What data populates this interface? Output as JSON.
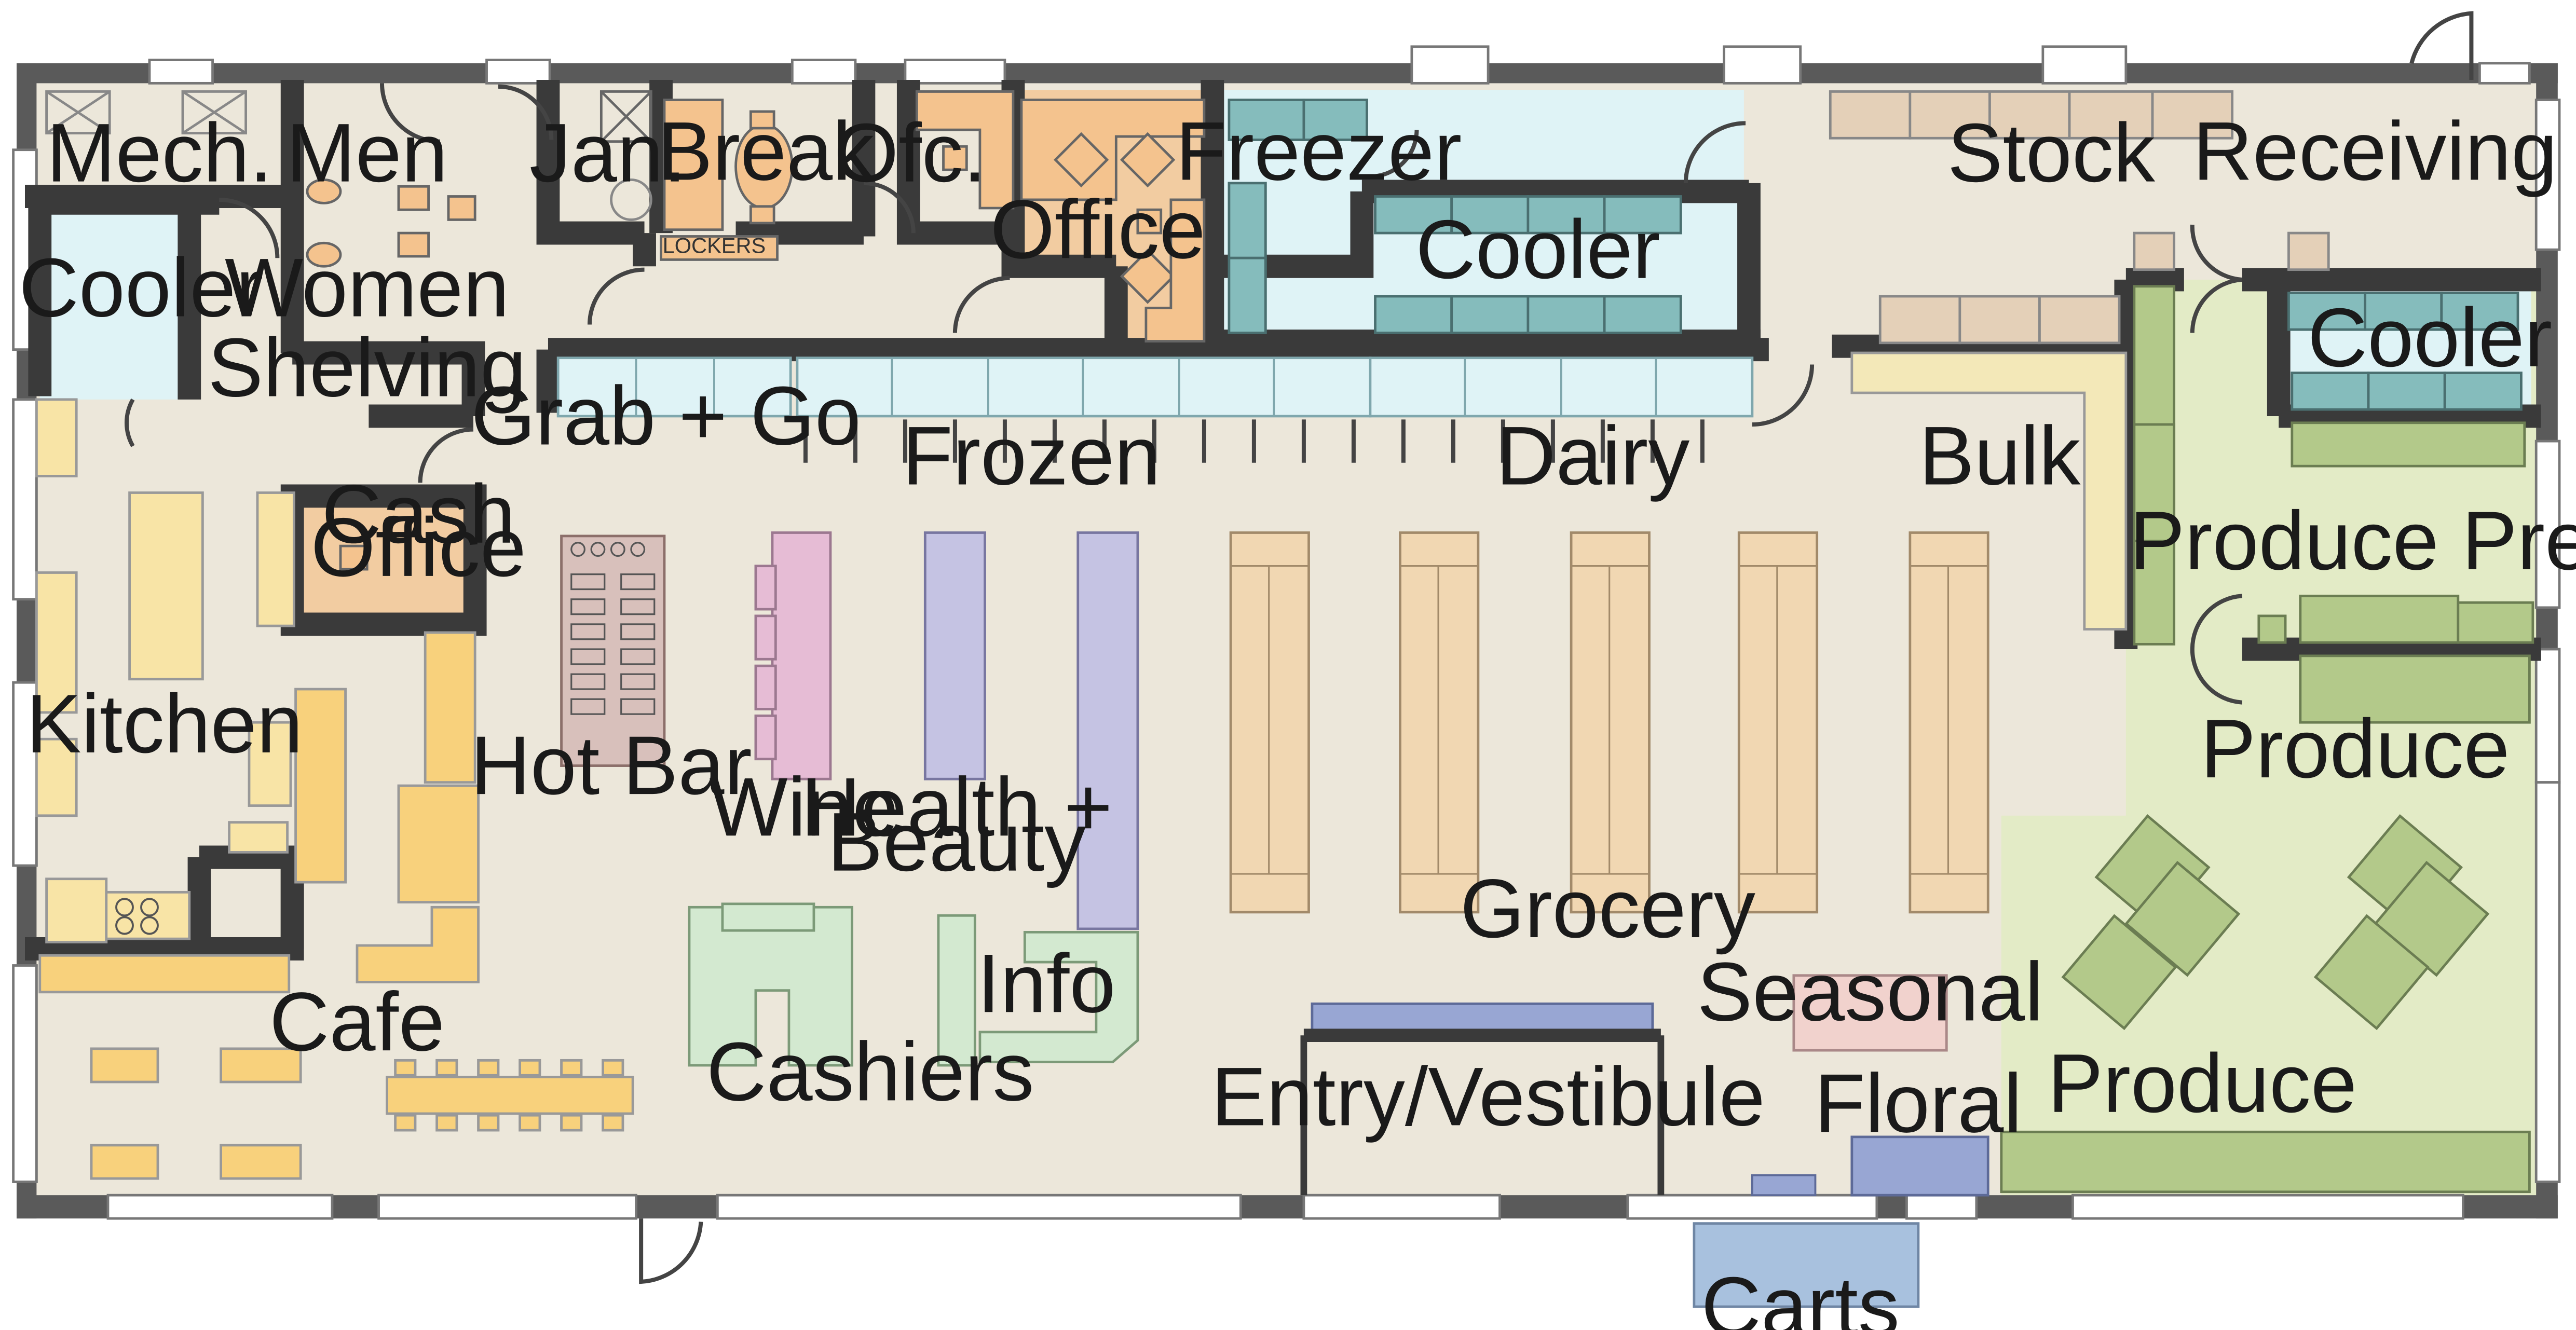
{
  "labels": {
    "mech": "Mech.",
    "men": "Men",
    "jan": "Jan.",
    "break": "Break",
    "ofc": "Ofc.",
    "office": "Office",
    "freezer": "Freezer",
    "cooler_back": "Cooler",
    "stock": "Stock",
    "receiving": "Receiving",
    "cooler_left": "Cooler",
    "women": "Women",
    "shelving": "Shelving",
    "grab_go": "Grab + Go",
    "frozen": "Frozen",
    "dairy": "Dairy",
    "bulk": "Bulk",
    "cooler_produce": "Cooler",
    "cash_office_1": "Cash",
    "cash_office_2": "Office",
    "produce_prep": "Produce Prep",
    "kitchen": "Kitchen",
    "hot_bar": "Hot Bar",
    "wine": "Wine",
    "health_1": "Health +",
    "health_2": "Beauty",
    "grocery": "Grocery",
    "produce_upper": "Produce",
    "info": "Info",
    "seasonal": "Seasonal",
    "cafe": "Cafe",
    "cashiers": "Cashiers",
    "entry": "Entry/Vestibule",
    "floral": "Floral",
    "produce_lower": "Produce",
    "carts": "Carts",
    "lockers": "LOCKERS"
  },
  "colors": {
    "floor": "#ece7da",
    "wall": "#5a5a5a",
    "cooler_fill": "#dff3f6",
    "cooler_unit": "#85bcbc",
    "orange_office": "#f4c38e",
    "produce_floor": "#e3ebc6",
    "produce_fixture": "#b3c98a",
    "grocery_shelf": "#f1d7b2",
    "stock_shelf": "#e4d0b8",
    "hot_bar": "#d8c0bb",
    "wine": "#e6bcd5",
    "health": "#c5c3e3",
    "checkout": "#d3e9d0",
    "kitchen_yellow": "#f8e4a6",
    "counter_yellow": "#f8d17c",
    "seasonal": "#f1d2cd",
    "carts": "#a8c1de",
    "vestibule_blue": "#98a6d3"
  }
}
